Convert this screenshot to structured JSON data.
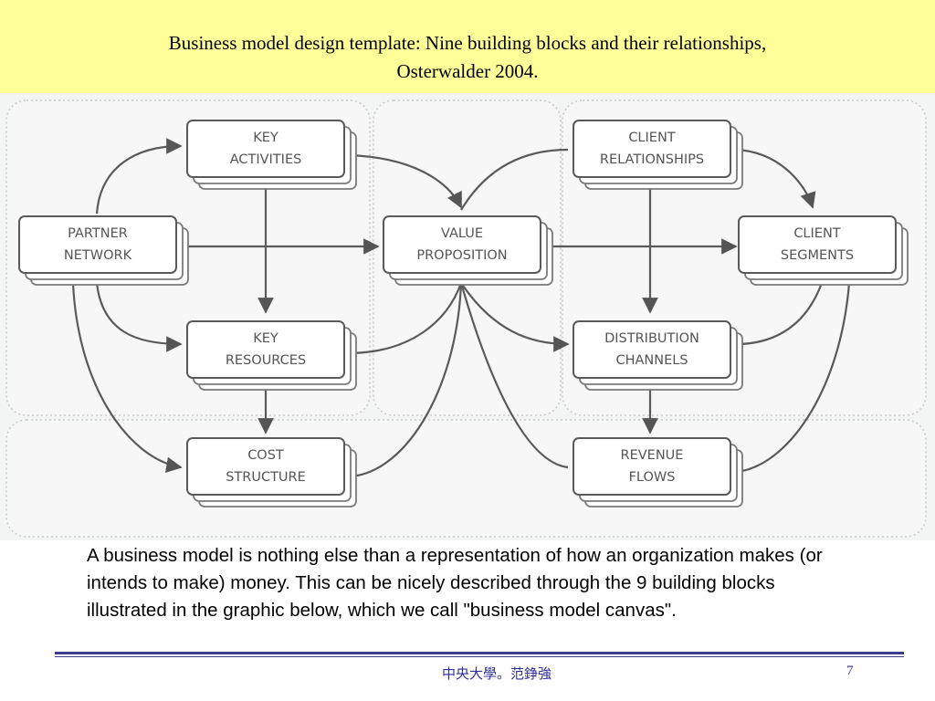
{
  "slide": {
    "title_line1": "Business model design template: Nine building blocks and their relationships,",
    "title_line2": "Osterwalder 2004."
  },
  "diagram": {
    "blocks": {
      "key_activities": [
        "KEY",
        "ACTIVITIES"
      ],
      "partner_network": [
        "PARTNER",
        "NETWORK"
      ],
      "key_resources": [
        "KEY",
        "RESOURCES"
      ],
      "cost_structure": [
        "COST",
        "STRUCTURE"
      ],
      "value_proposition": [
        "VALUE",
        "PROPOSITION"
      ],
      "client_relationships": [
        "CLIENT",
        "RELATIONSHIPS"
      ],
      "client_segments": [
        "CLIENT",
        "SEGMENTS"
      ],
      "distribution_channels": [
        "DISTRIBUTION",
        "CHANNELS"
      ],
      "revenue_flows": [
        "REVENUE",
        "FLOWS"
      ]
    }
  },
  "description": "A business model is nothing else than a representation of how an organization makes (or intends to make) money. This can be nicely described through the 9 building blocks illustrated in the graphic below, which we call \"business model canvas\".",
  "footer": {
    "author": "中央大學。范錚強",
    "page_number": "7"
  },
  "colors": {
    "title_band": "#ffff99",
    "footer_text": "#2f2f9c",
    "diagram_line": "#606060"
  }
}
